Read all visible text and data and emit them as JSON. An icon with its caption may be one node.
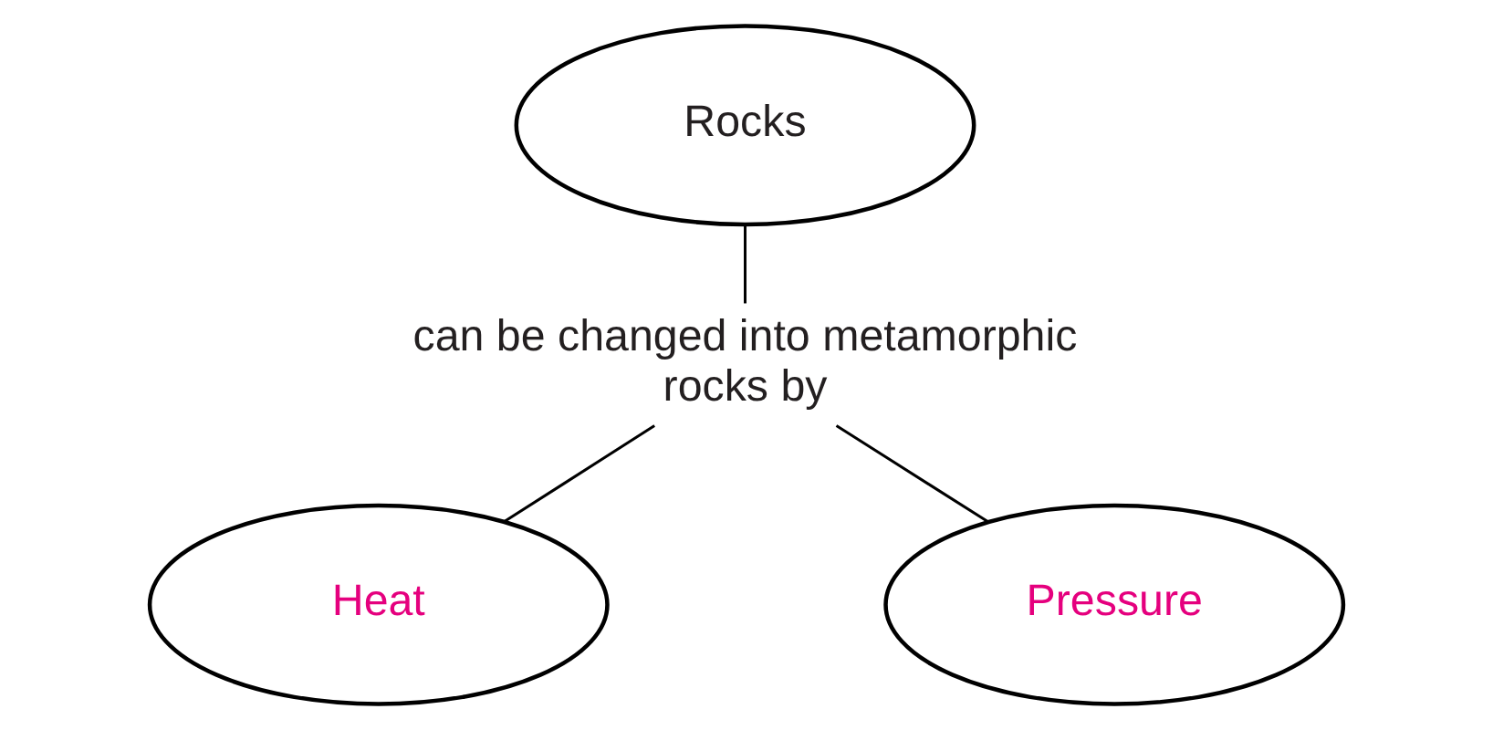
{
  "diagram": {
    "nodes": [
      {
        "text": [
          "Rocks"
        ]
      },
      {
        "text": [
          "can be changed into metamorphic rocks by"
        ]
      },
      {
        "text": [
          "Heat"
        ]
      },
      {
        "text": [
          "Pressure"
        ]
      }
    ],
    "edges": [
      {
        "from": 0,
        "to": 1,
        "arrow": "none"
      },
      {
        "from": 1,
        "to": 2,
        "arrow": "none"
      },
      {
        "from": 1,
        "to": 3,
        "arrow": "none"
      }
    ]
  }
}
